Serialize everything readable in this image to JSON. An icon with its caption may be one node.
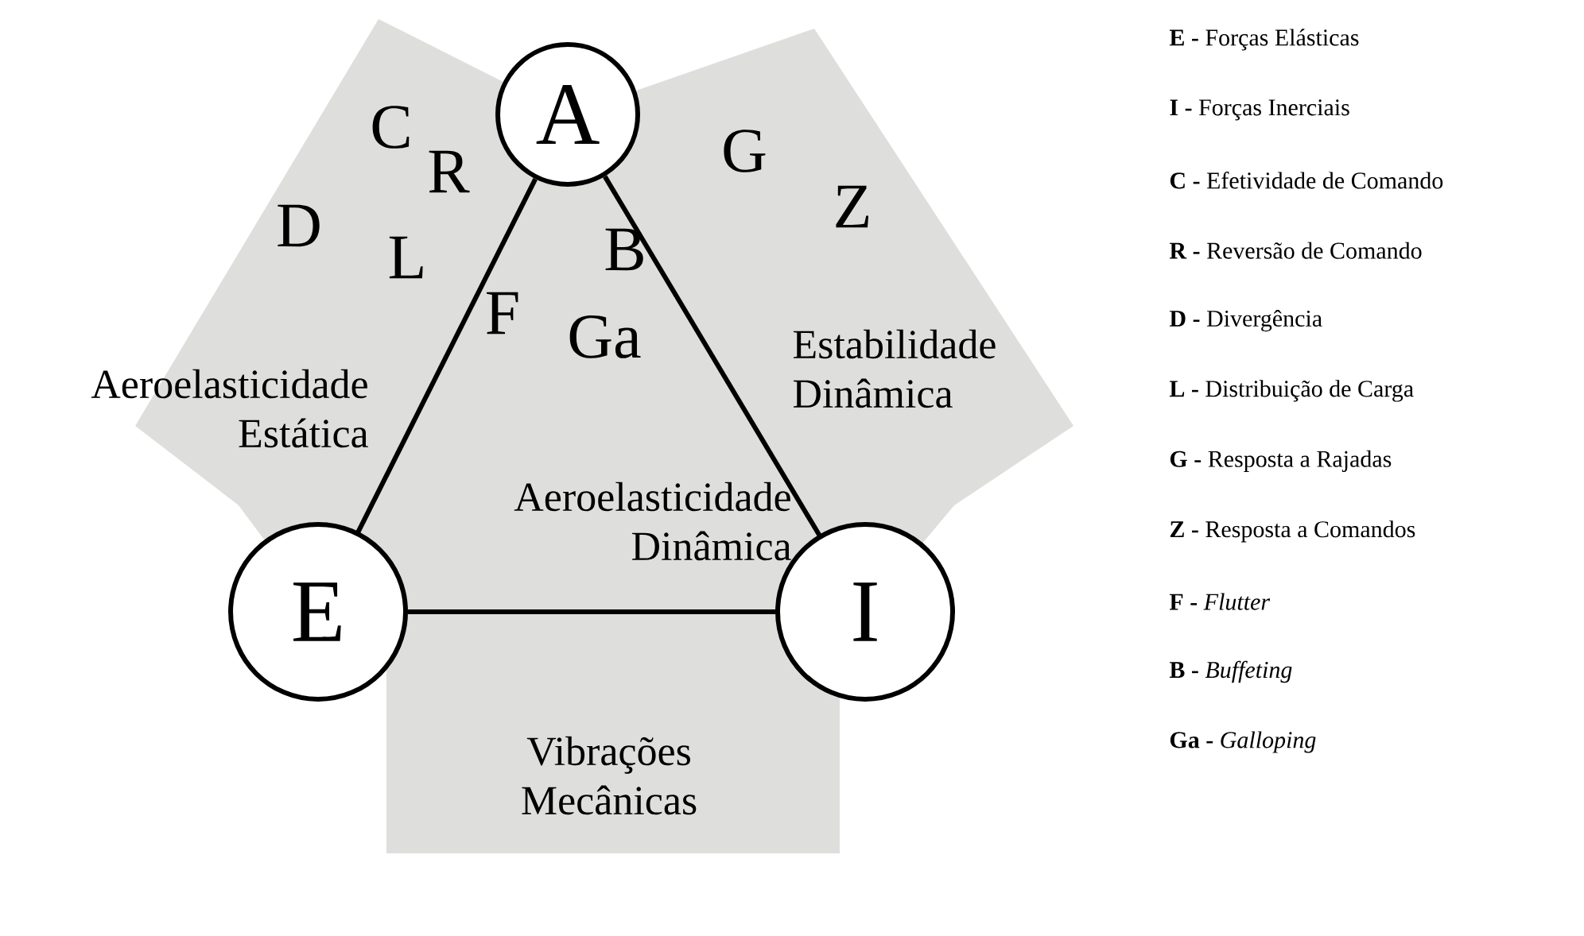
{
  "diagram": {
    "nodes": [
      {
        "text": [
          "A"
        ]
      },
      {
        "text": [
          "E"
        ]
      },
      {
        "text": [
          "I"
        ]
      }
    ],
    "edges": [
      {
        "from": 0,
        "to": 1,
        "arrow": "none"
      },
      {
        "from": 0,
        "to": 2,
        "arrow": "none"
      },
      {
        "from": 1,
        "to": 2,
        "arrow": "none"
      }
    ],
    "labels": [
      "C",
      "R",
      "G",
      "Z",
      "D",
      "L",
      "B",
      "Aeroelasticidade Estática",
      "F",
      "Ga",
      "Estabilidade Dinâmica",
      "Aeroelasticidade Dinâmica",
      "Vibrações Mecânicas",
      "**E -** Forças Elásticas",
      "**I -** Forças Inerciais",
      "**C -** Efetividade de Comando",
      "**R -** Reversão de Comando",
      "**D -** Divergência",
      "**L -** Distribuição de Carga",
      "**G -** Resposta a Rajadas",
      "**Z -** Resposta a Comandos",
      "**F -** *Flutter*",
      "**B -** *Buffeting*",
      "**Ga -** *Galloping*"
    ]
  }
}
